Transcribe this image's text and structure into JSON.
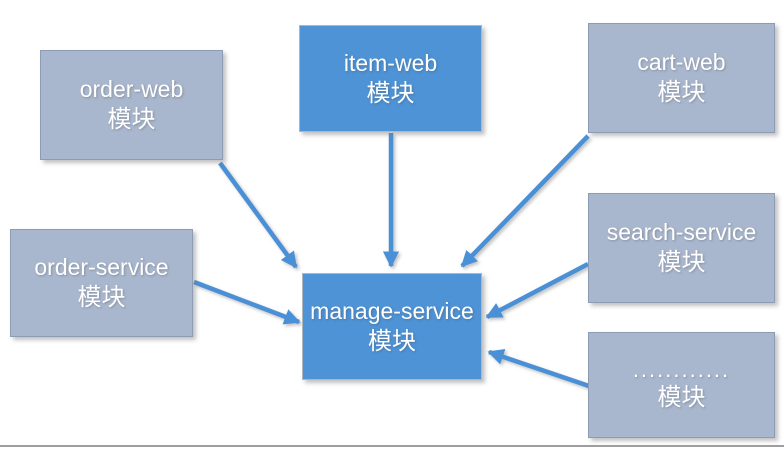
{
  "diagram": {
    "nodes": {
      "order_web": {
        "title": "order-web",
        "subtitle": "模块",
        "variant": "light"
      },
      "item_web": {
        "title": "item-web",
        "subtitle": "模块",
        "variant": "accent"
      },
      "cart_web": {
        "title": "cart-web",
        "subtitle": "模块",
        "variant": "light"
      },
      "order_service": {
        "title": "order-service",
        "subtitle": "模块",
        "variant": "light"
      },
      "manage_service": {
        "title": "manage-service",
        "subtitle": "模块",
        "variant": "accent"
      },
      "search_service": {
        "title": "search-service",
        "subtitle": "模块",
        "variant": "light"
      },
      "other": {
        "title": "............",
        "subtitle": "模块",
        "variant": "light"
      }
    },
    "edges": [
      {
        "from": "order-web",
        "to": "manage-service"
      },
      {
        "from": "item-web",
        "to": "manage-service"
      },
      {
        "from": "cart-web",
        "to": "manage-service"
      },
      {
        "from": "order-service",
        "to": "manage-service"
      },
      {
        "from": "search-service",
        "to": "manage-service"
      },
      {
        "from": "other",
        "to": "manage-service"
      }
    ],
    "colors": {
      "accent_fill": "#4e93d6",
      "accent_border": "#b0b6bd",
      "light_fill": "#a9b7ce",
      "light_border": "#8d9cb5",
      "arrow": "#4a90d6",
      "text": "#ffffff",
      "divider": "#9e9e9e"
    }
  }
}
